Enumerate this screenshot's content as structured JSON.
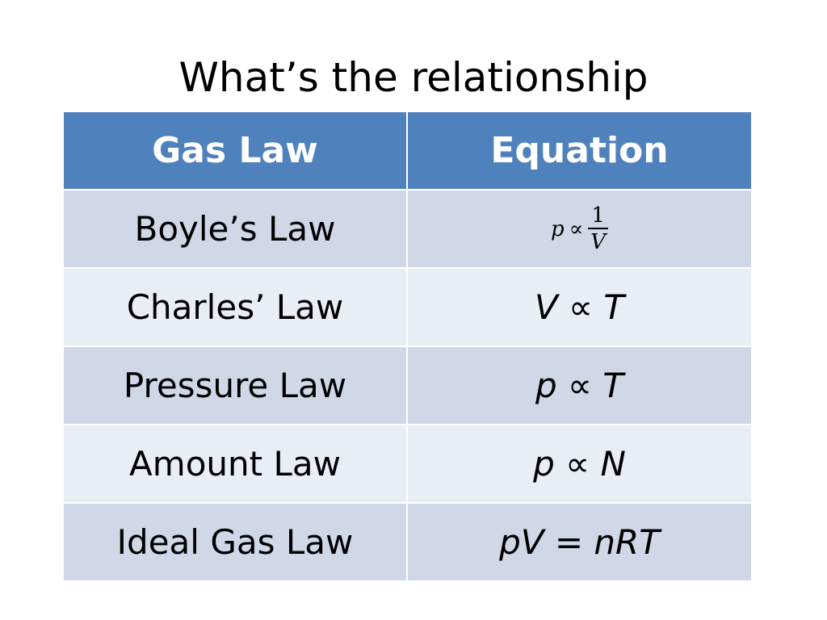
{
  "slide": {
    "title": "What’s the relationship"
  },
  "table": {
    "headers": [
      "Gas Law",
      "Equation"
    ],
    "rows": [
      {
        "law": "Boyle’s Law",
        "equation": {
          "lhs": "p",
          "rel": "∝",
          "numerator": "1",
          "denominator": "V"
        }
      },
      {
        "law": "Charles’ Law",
        "equation": {
          "text": "V ∝ T"
        }
      },
      {
        "law": "Pressure Law",
        "equation": {
          "text": "p ∝ T"
        }
      },
      {
        "law": "Amount Law",
        "equation": {
          "text": "p ∝ N"
        }
      },
      {
        "law": "Ideal Gas Law",
        "equation": {
          "text": "pV = nRT"
        }
      }
    ]
  },
  "colors": {
    "header_bg": "#4f81bd",
    "row_odd_bg": "#d0d8e8",
    "row_even_bg": "#e9edf4",
    "header_text": "#ffffff"
  }
}
